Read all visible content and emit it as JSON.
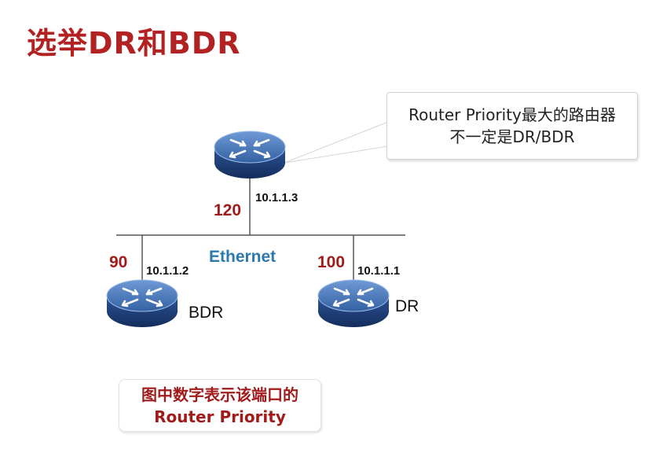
{
  "title": "选举DR和BDR",
  "callout": {
    "line1": "Router Priority最大的路由器",
    "line2": "不一定是DR/BDR"
  },
  "note": {
    "line1": "图中数字表示该端口的",
    "line2": "Router Priority"
  },
  "network": {
    "segment_label": "Ethernet"
  },
  "routers": {
    "top": {
      "ip": "10.1.1.3",
      "priority": "120",
      "role": ""
    },
    "left": {
      "ip": "10.1.1.2",
      "priority": "90",
      "role": "BDR"
    },
    "right": {
      "ip": "10.1.1.1",
      "priority": "100",
      "role": "DR"
    }
  },
  "colors": {
    "title": "#b22222",
    "priority": "#a11b1b",
    "ethernet": "#2a7ab0",
    "router_top": "#4a78b8",
    "router_side": "#1e3f78"
  }
}
